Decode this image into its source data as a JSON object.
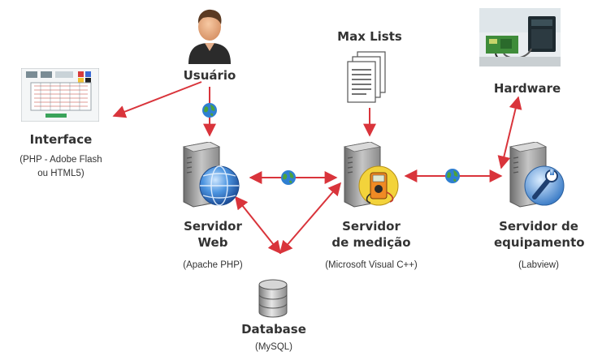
{
  "nodes": {
    "usuario": {
      "label": "Usuário"
    },
    "max_lists": {
      "label": "Max Lists"
    },
    "hardware": {
      "label": "Hardware"
    },
    "interface": {
      "label": "Interface",
      "detail_line1": "(PHP - Adobe Flash",
      "detail_line2": "ou HTML5)"
    },
    "servidor_web": {
      "label_line1": "Servidor",
      "label_line2": "Web",
      "detail": "(Apache PHP)"
    },
    "servidor_medicao": {
      "label_line1": "Servidor",
      "label_line2": "de medição",
      "detail": "(Microsoft Visual C++)"
    },
    "servidor_equipamento": {
      "label_line1": "Servidor de",
      "label_line2": "equipamento",
      "detail": "(Labview)"
    },
    "database": {
      "label": "Database",
      "detail": "(MySQL)"
    }
  },
  "colors": {
    "arrow": "#d9343b",
    "label": "#333333",
    "server_body": "#9a9a9a",
    "globe_blue": "#2f7fd1",
    "globe_green": "#4ca33a"
  },
  "icons": {
    "usuario": "person-icon",
    "max_lists": "documents-icon",
    "hardware": "hardware-photo",
    "interface": "interface-screenshot",
    "servidor_web": "server-globe-icon",
    "servidor_medicao": "server-multimeter-icon",
    "servidor_equipamento": "server-wrench-icon",
    "database": "database-icon",
    "network": "globe-icon"
  }
}
